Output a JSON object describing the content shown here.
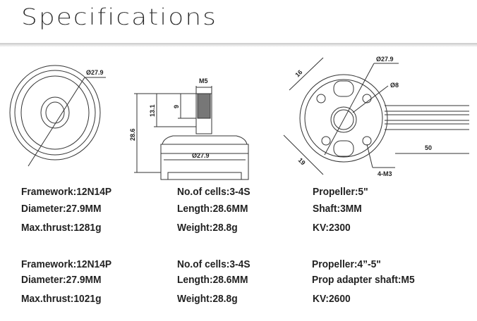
{
  "header": {
    "title": "Specifications"
  },
  "drawing": {
    "front_diameter": "Ø27.9",
    "side_shaft_thread": "M5",
    "side_thread_length": "9",
    "side_shaft_height": "13.1",
    "side_total_height": "28.6",
    "side_diameter": "Ø27.9",
    "rear_diameter": "Ø27.9",
    "rear_center_diameter": "Ø8",
    "rear_hole_spacing_a": "16",
    "rear_hole_spacing_b": "19",
    "rear_screws": "4-M3",
    "wire_length": "50"
  },
  "specs": [
    {
      "col1": [
        "Framework:12N14P",
        "Diameter:27.9MM",
        "Max.thrust:1281g"
      ],
      "col2": [
        "No.of cells:3-4S",
        "Length:28.6MM",
        "Weight:28.8g"
      ],
      "col3": [
        "Propeller:5\"",
        "Shaft:3MM",
        "KV:2300"
      ]
    },
    {
      "col1": [
        "Framework:12N14P",
        "Diameter:27.9MM",
        "Max.thrust:1021g"
      ],
      "col2": [
        "No.of cells:3-4S",
        "Length:28.6MM",
        "Weight:28.8g"
      ],
      "col3": [
        "Propeller:4”-5\"",
        "Prop adapter shaft:M5",
        "KV:2600"
      ]
    }
  ]
}
